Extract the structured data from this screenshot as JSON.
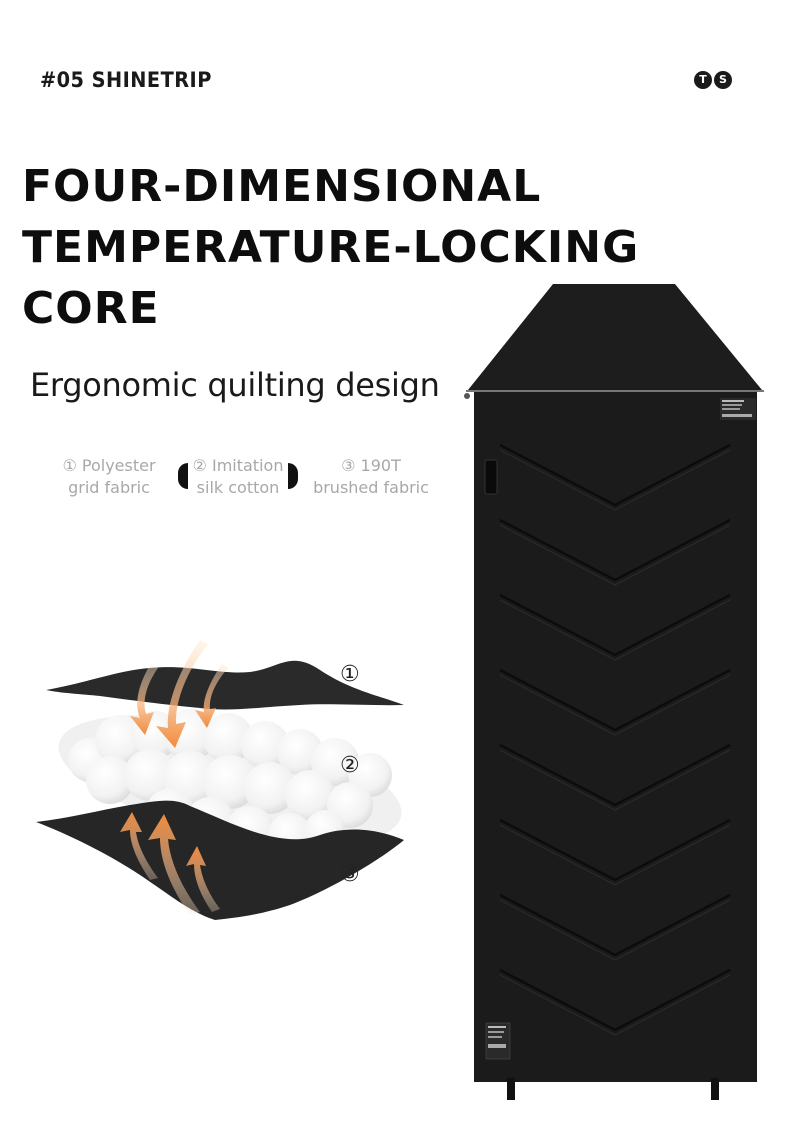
{
  "header": {
    "brand": "#05 SHINETRIP",
    "logo_letters": [
      "T",
      "S"
    ]
  },
  "headline": {
    "lines": [
      "FOUR-DIMENSIONAL",
      "TEMPERATURE-LOCKING",
      "CORE"
    ]
  },
  "subhead": "Ergonomic quilting design",
  "layers": [
    {
      "line1": "① Polyester",
      "line2": "grid fabric"
    },
    {
      "line1": "② Imitation",
      "line2": "silk cotton"
    },
    {
      "line1": "③ 190T",
      "line2": "brushed fabric"
    }
  ],
  "diagram_marks": [
    "①",
    "②",
    "③"
  ],
  "colors": {
    "bag": "#1b1b1b",
    "arrow": "#f2a05a",
    "text_light": "#a8a8a8"
  }
}
